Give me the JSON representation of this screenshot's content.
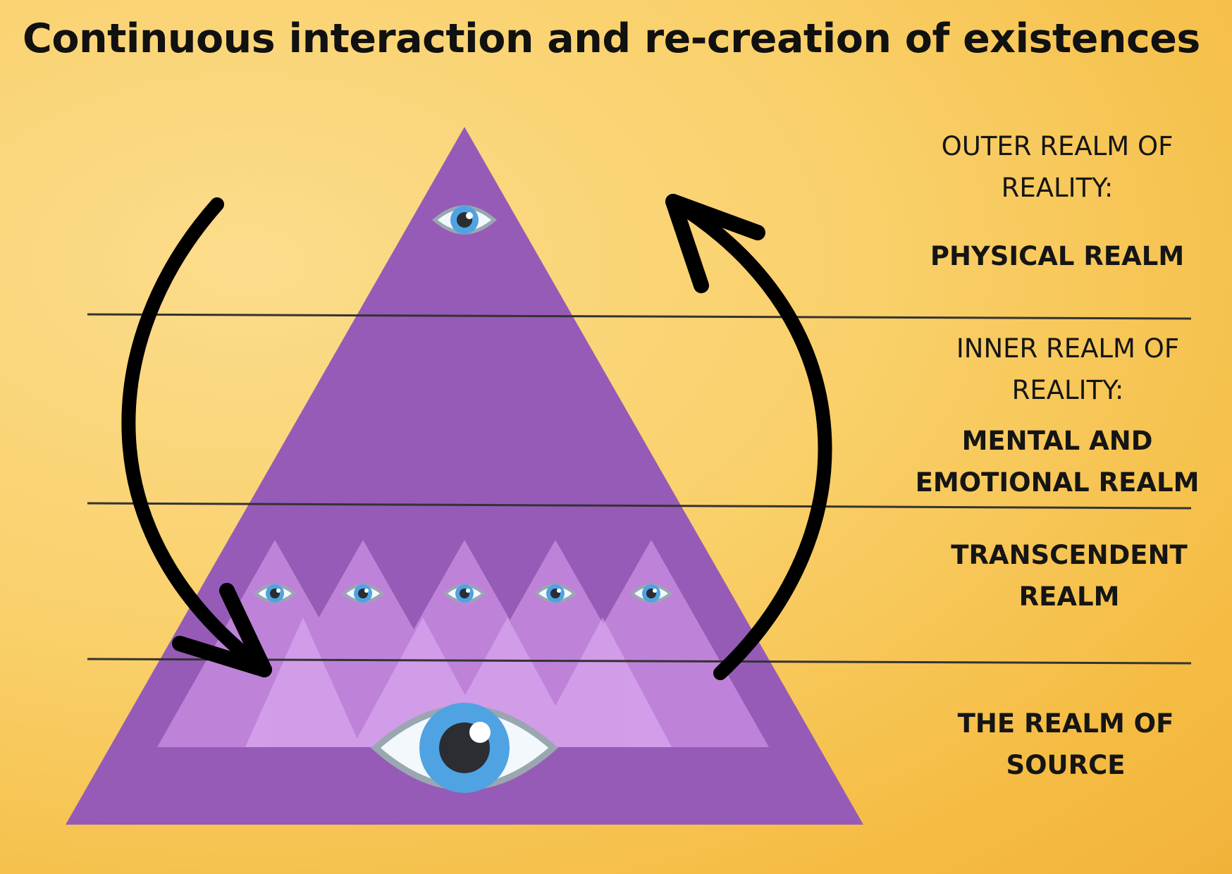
{
  "title": "Continuous interaction and re-creation of existences",
  "realms": [
    {
      "heading": "OUTER REALM OF\nREALITY:",
      "name": "PHYSICAL REALM"
    },
    {
      "heading": "INNER REALM OF\nREALITY:",
      "name": "MENTAL AND\nEMOTIONAL REALM"
    },
    {
      "name": "TRANSCENDENT\nREALM"
    },
    {
      "name": "THE REALM OF\nSOURCE"
    }
  ],
  "colors": {
    "background": "#f9d06a",
    "pyramid": "#965bb7",
    "inner_triangle": "#c68ae0",
    "inner_triangle_light": "#dca8f2",
    "arrow": "#000000",
    "iris": "#4fa3e2",
    "pupil": "#2b2d33",
    "eye_white": "#f3f8fc",
    "eye_outline": "#9aa7b0",
    "divider": "#333333"
  },
  "icons": {
    "eye": "eye-icon",
    "arrow_down": "curved-arrow-down-icon",
    "arrow_up": "curved-arrow-up-icon"
  }
}
